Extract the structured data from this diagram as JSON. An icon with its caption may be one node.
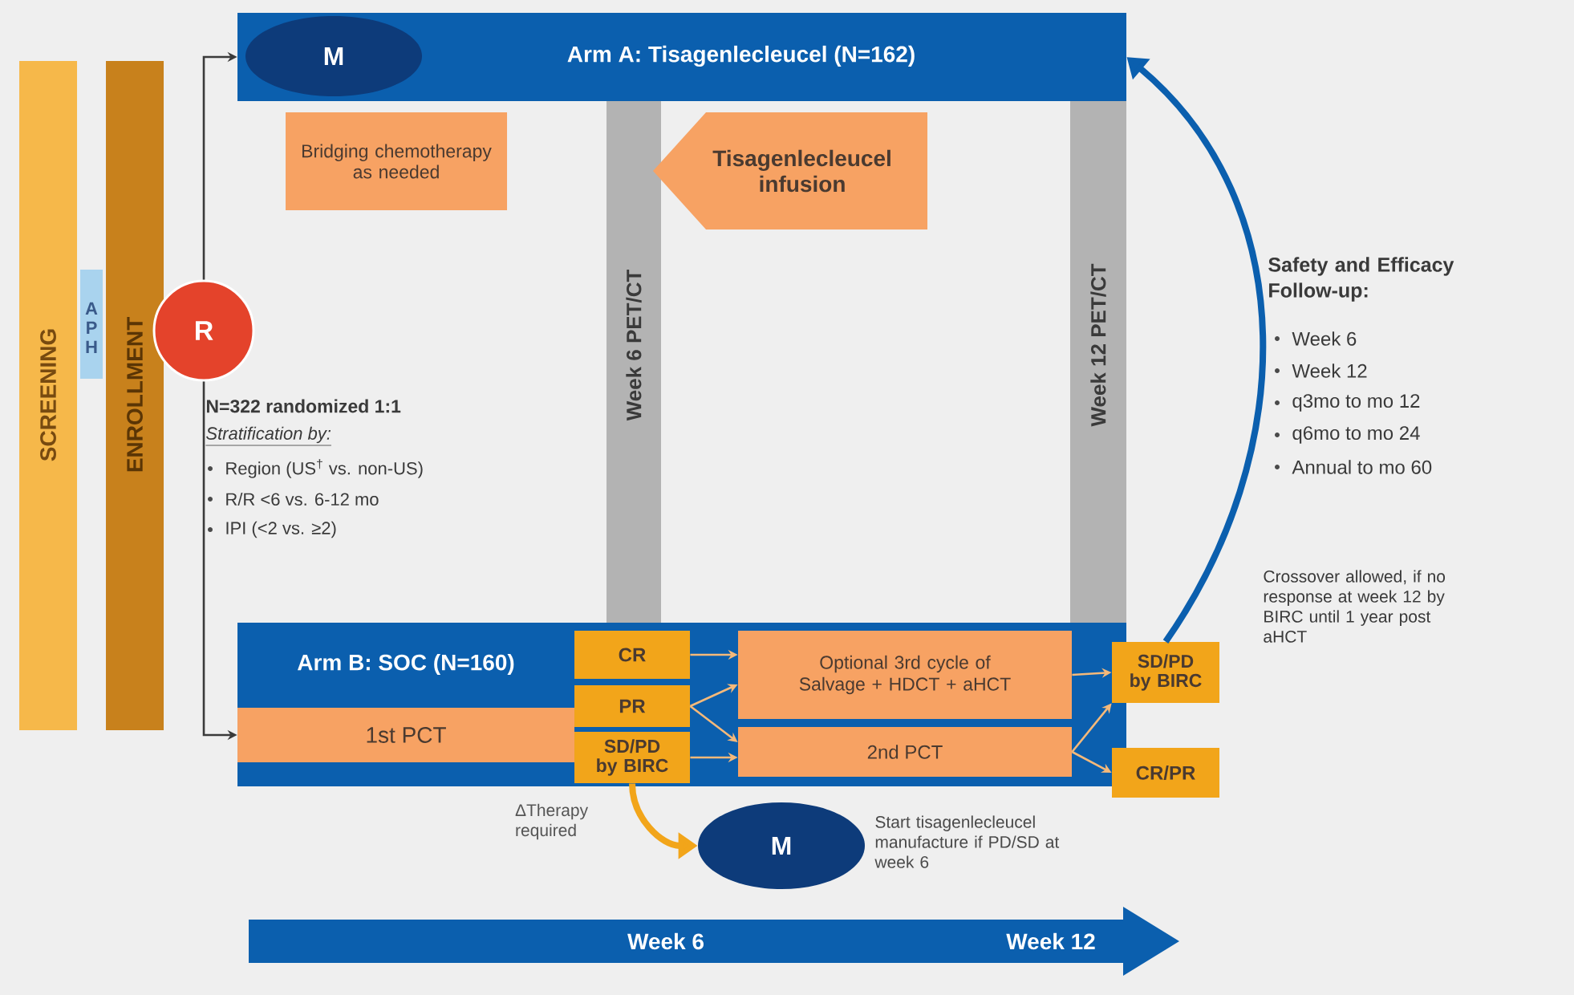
{
  "diagram": {
    "nodes": [
      {
        "text": [
          "SCREENING"
        ]
      },
      {
        "text": [
          "APH"
        ]
      },
      {
        "text": [
          "ENROLLMENT"
        ]
      },
      {
        "text": [
          "R"
        ]
      },
      {
        "text": [
          "Arm A: Tisagenlecleucel (N=162)"
        ]
      },
      {
        "text": [
          "M"
        ],
        "in": 4
      },
      {
        "text": [
          "Bridging chemotherapy as needed"
        ]
      },
      {
        "text": [
          "Week 6 PET/CT"
        ]
      },
      {
        "text": [
          "Tisagenlecleucel infusion"
        ]
      },
      {
        "text": [
          "Week 12 PET/CT"
        ]
      },
      {
        "text": [
          "Arm B: SOC (N=160)"
        ]
      },
      {
        "text": [
          "1st PCT"
        ],
        "in": 10
      },
      {
        "text": [
          "CR"
        ],
        "in": 10
      },
      {
        "text": [
          "PR"
        ],
        "in": 10
      },
      {
        "text": [
          "SD/PD by BIRC"
        ],
        "in": 10
      },
      {
        "text": [
          "Optional 3rd cycle of Salvage + HDCT + aHCT"
        ],
        "in": 10
      },
      {
        "text": [
          "2nd PCT"
        ],
        "in": 10
      },
      {
        "text": [
          "SD/PD by BIRC"
        ]
      },
      {
        "text": [
          "CR/PR"
        ]
      },
      {
        "text": [
          "M"
        ],
        "beside": [
          "Start tisagenlecleucel manufacture if PD/SD at week 6"
        ]
      },
      {
        "text": [
          "Week 6",
          "Week 12"
        ]
      }
    ],
    "edges": [
      {
        "from": 3,
        "to": 4,
        "arrow": "to",
        "color": "#3a3a3a"
      },
      {
        "from": 3,
        "to": 10,
        "arrow": "to",
        "color": "#3a3a3a"
      },
      {
        "from": 12,
        "to": 15,
        "arrow": "to"
      },
      {
        "from": 13,
        "to": 15,
        "arrow": "to"
      },
      {
        "from": 13,
        "to": 16,
        "arrow": "to"
      },
      {
        "from": 14,
        "to": 16,
        "arrow": "to"
      },
      {
        "from": 15,
        "to": 17,
        "arrow": "to"
      },
      {
        "from": 16,
        "to": 17,
        "arrow": "to"
      },
      {
        "from": 16,
        "to": 18,
        "arrow": "to"
      },
      {
        "from": 17,
        "to": 4,
        "arrow": "to",
        "style": "thick",
        "color": "#0b5fae"
      },
      {
        "from": 14,
        "to": 19,
        "arrow": "to",
        "style": "thick",
        "color": "#f2a51a",
        "label": "ΔTherapy required"
      }
    ],
    "labels": [
      "N=322 randomized 1:1",
      "Stratification by:",
      "Region (US$^{†}$ vs. non-US)",
      "R/R <6 vs. 6-12 mo",
      "IPI (<2 vs. ≥2)",
      "Safety and Efficacy Follow-up:",
      "Week 6",
      "Week 12",
      "q3mo to mo 12",
      "q6mo to mo 24",
      "Annual to mo 60",
      "Crossover allowed, if no response at week 12 by BIRC until 1 year post aHCT"
    ]
  }
}
